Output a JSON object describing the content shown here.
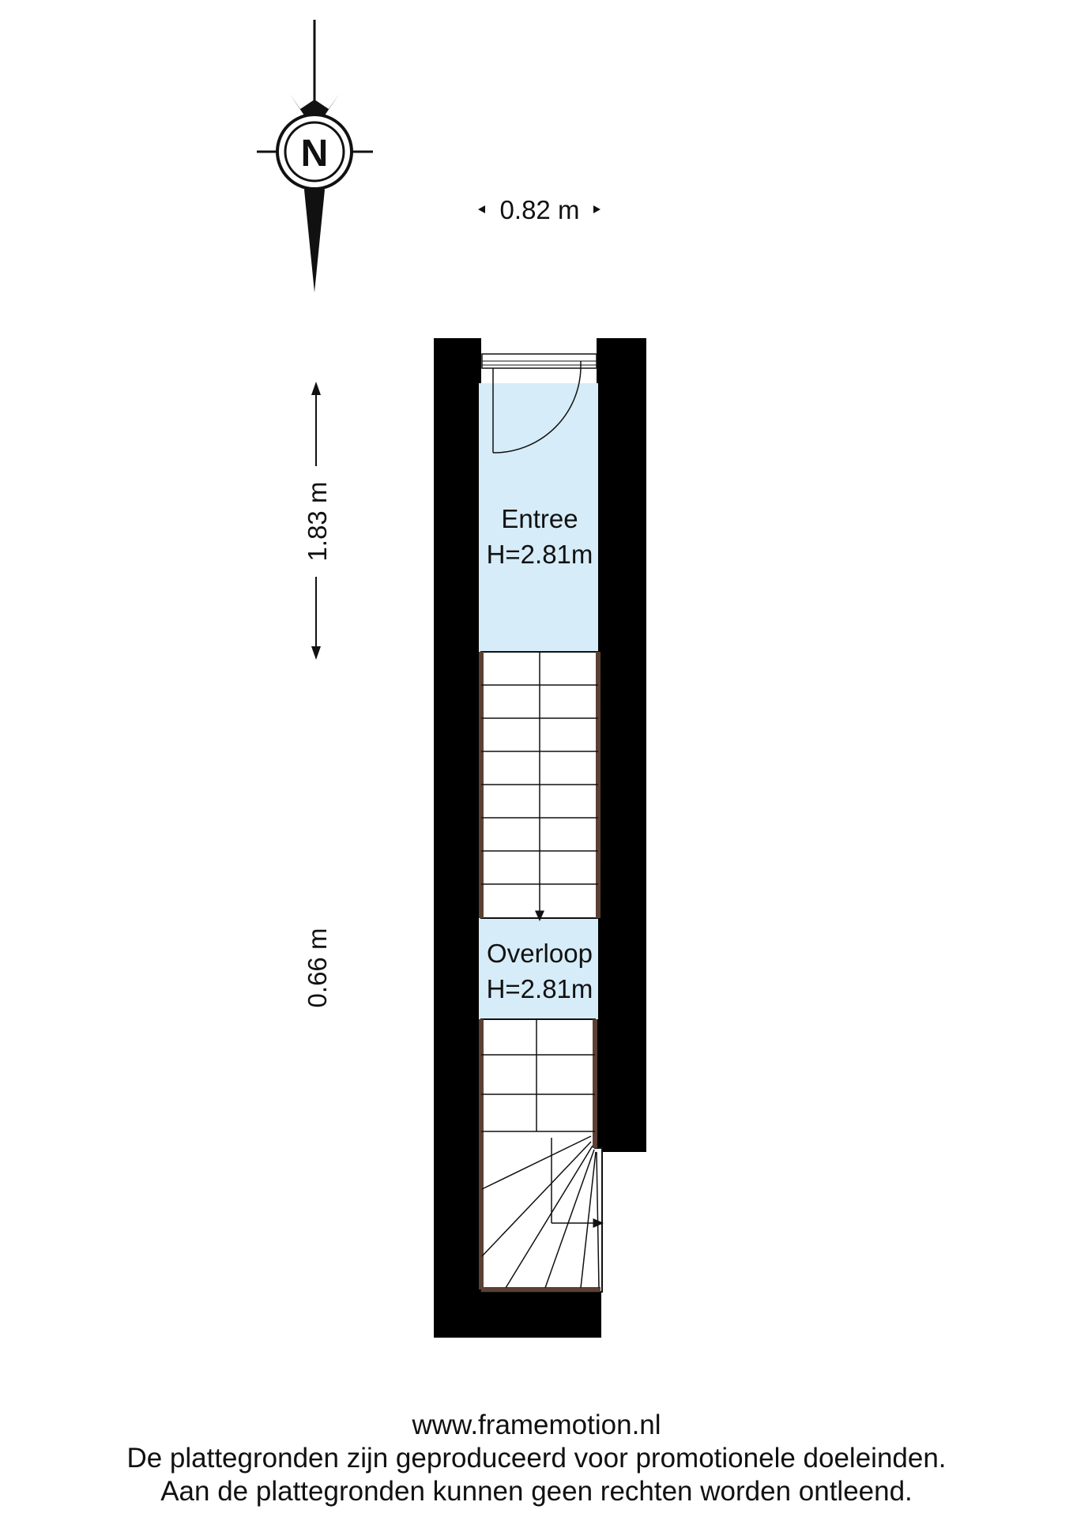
{
  "compass": {
    "letter": "N",
    "icon": "north-arrow-icon"
  },
  "dimensions": {
    "width": "0.82 m",
    "entree_length": "1.83 m",
    "overloop_length": "0.66 m"
  },
  "rooms": [
    {
      "name": "Entree",
      "height": "H=2.81m"
    },
    {
      "name": "Overloop",
      "height": "H=2.81m"
    }
  ],
  "colors": {
    "wall": "#000000",
    "room_fill": "#d6ecf8",
    "stair_edge": "#5c4033",
    "text": "#111111"
  },
  "footer": {
    "url": "www.framemotion.nl",
    "line1": "De plattegronden zijn geproduceerd voor promotionele doeleinden.",
    "line2": "Aan de plattegronden kunnen geen rechten worden ontleend."
  }
}
